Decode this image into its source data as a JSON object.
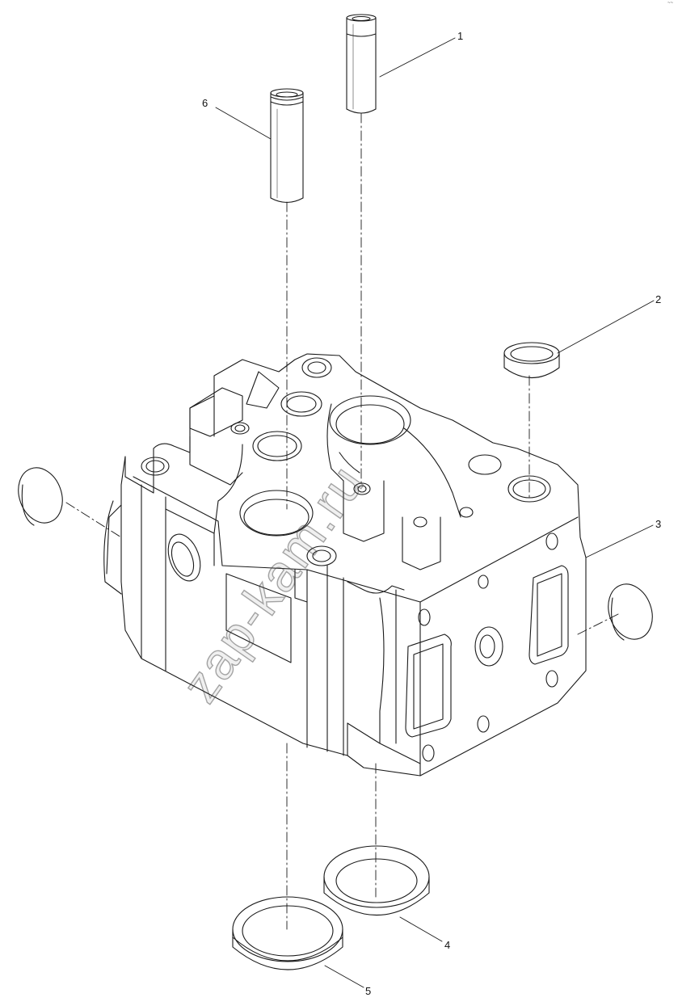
{
  "watermark": "zap-kam.ru",
  "corner_mark": "~~",
  "callouts": [
    {
      "id": "1",
      "label": "1"
    },
    {
      "id": "2",
      "label": "2"
    },
    {
      "id": "3",
      "label": "3"
    },
    {
      "id": "4",
      "label": "4"
    },
    {
      "id": "5",
      "label": "5"
    },
    {
      "id": "6",
      "label": "6"
    }
  ],
  "parts": [
    {
      "callout": "1",
      "icon": "valve-guide-icon"
    },
    {
      "callout": "2",
      "icon": "plug-cap-icon"
    },
    {
      "callout": "3",
      "icon": "cylinder-head-icon"
    },
    {
      "callout": "4",
      "icon": "valve-seat-ring-icon"
    },
    {
      "callout": "5",
      "icon": "valve-seat-ring-icon"
    },
    {
      "callout": "6",
      "icon": "valve-guide-icon"
    }
  ],
  "colors": {
    "line": "#1a1a1a",
    "background": "#ffffff"
  }
}
